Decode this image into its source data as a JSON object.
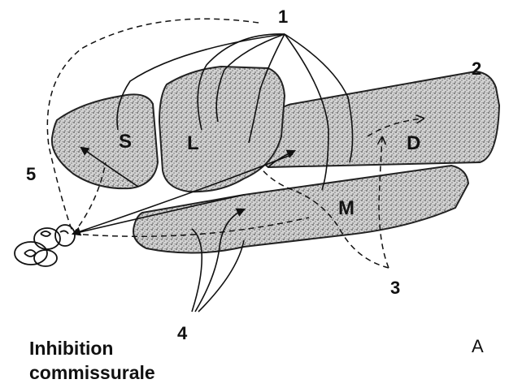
{
  "labels": {
    "n1": "1",
    "n2": "2",
    "n3": "3",
    "n4": "4",
    "n5": "5",
    "panel": "A"
  },
  "nuclei": {
    "s": "S",
    "l": "L",
    "d": "D",
    "m": "M"
  },
  "caption": {
    "line1": "Inhibition",
    "line2": "commissurale"
  },
  "colors": {
    "ink": "#111111",
    "stipple": "#9a9a9a"
  }
}
